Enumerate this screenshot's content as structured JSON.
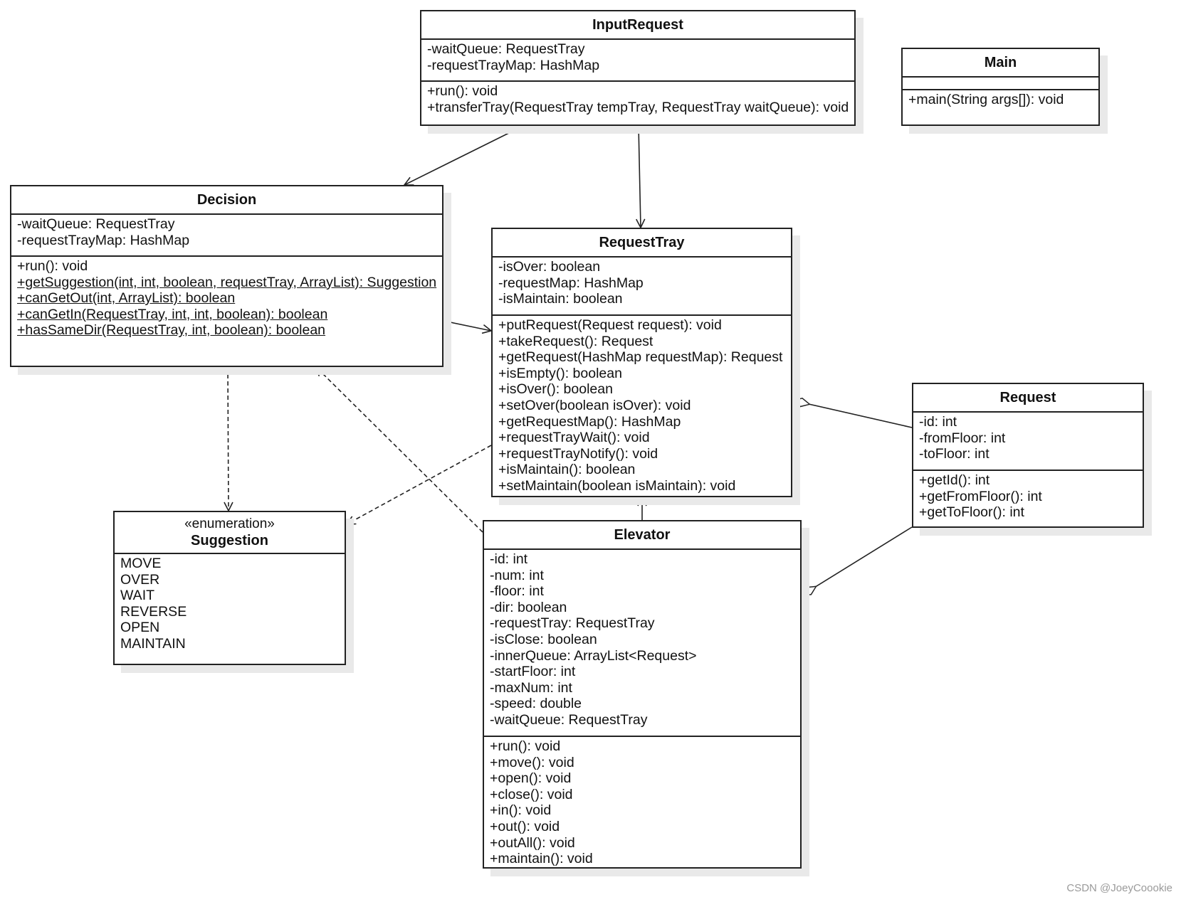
{
  "classes": {
    "input_request": {
      "name": "InputRequest",
      "attributes": [
        "-waitQueue: RequestTray",
        "-requestTrayMap: HashMap"
      ],
      "operations": [
        "+run(): void",
        "+transferTray(RequestTray tempTray, RequestTray waitQueue): void"
      ]
    },
    "main": {
      "name": "Main",
      "attributes": [],
      "operations": [
        "+main(String args[]): void"
      ]
    },
    "decision": {
      "name": "Decision",
      "attributes": [
        "-waitQueue: RequestTray",
        "-requestTrayMap: HashMap"
      ],
      "operations": [
        "+run(): void",
        "+getSuggestion(int, int, boolean, requestTray, ArrayList): Suggestion",
        "+canGetOut(int, ArrayList): boolean",
        "+canGetIn(RequestTray, int, int, boolean): boolean",
        "+hasSameDir(RequestTray, int, boolean): boolean"
      ]
    },
    "request_tray": {
      "name": "RequestTray",
      "attributes": [
        "-isOver: boolean",
        "-requestMap: HashMap",
        "-isMaintain: boolean"
      ],
      "operations": [
        "+putRequest(Request request): void",
        "+takeRequest(): Request",
        "+getRequest(HashMap requestMap): Request",
        "+isEmpty(): boolean",
        "+isOver(): boolean",
        "+setOver(boolean isOver): void",
        "+getRequestMap(): HashMap",
        "+requestTrayWait(): void",
        "+requestTrayNotify(): void",
        "+isMaintain(): boolean",
        "+setMaintain(boolean isMaintain): void"
      ]
    },
    "request": {
      "name": "Request",
      "attributes": [
        "-id: int",
        "-fromFloor: int",
        "-toFloor: int"
      ],
      "operations": [
        "+getId(): int",
        "+getFromFloor(): int",
        "+getToFloor(): int"
      ]
    },
    "suggestion": {
      "stereotype": "«enumeration»",
      "name": "Suggestion",
      "literals": [
        "MOVE",
        "OVER",
        "WAIT",
        "REVERSE",
        "OPEN",
        "MAINTAIN"
      ]
    },
    "elevator": {
      "name": "Elevator",
      "attributes": [
        "-id: int",
        "-num: int",
        "-floor: int",
        "-dir: boolean",
        "-requestTray: RequestTray",
        "-isClose: boolean",
        "-innerQueue: ArrayList<Request>",
        "-startFloor: int",
        "-maxNum: int",
        "-speed: double",
        "-waitQueue: RequestTray"
      ],
      "operations": [
        "+run(): void",
        "+move(): void",
        "+open(): void",
        "+close(): void",
        "+in(): void",
        "+out(): void",
        "+outAll(): void",
        "+maintain(): void"
      ]
    }
  },
  "relationships": [
    {
      "from": "InputRequest",
      "to": "Decision",
      "kind": "association"
    },
    {
      "from": "InputRequest",
      "to": "RequestTray",
      "kind": "association"
    },
    {
      "from": "Decision",
      "to": "RequestTray",
      "kind": "association"
    },
    {
      "from": "Decision",
      "to": "Suggestion",
      "kind": "dependency"
    },
    {
      "from": "RequestTray",
      "to": "Suggestion",
      "kind": "dependency"
    },
    {
      "from": "Elevator",
      "to": "Decision",
      "kind": "dependency"
    },
    {
      "from": "Elevator",
      "to": "RequestTray",
      "kind": "association"
    },
    {
      "from": "Request",
      "to": "RequestTray",
      "kind": "aggregation"
    },
    {
      "from": "Request",
      "to": "Elevator",
      "kind": "aggregation"
    }
  ],
  "watermark": "CSDN @JoeyCoookie"
}
